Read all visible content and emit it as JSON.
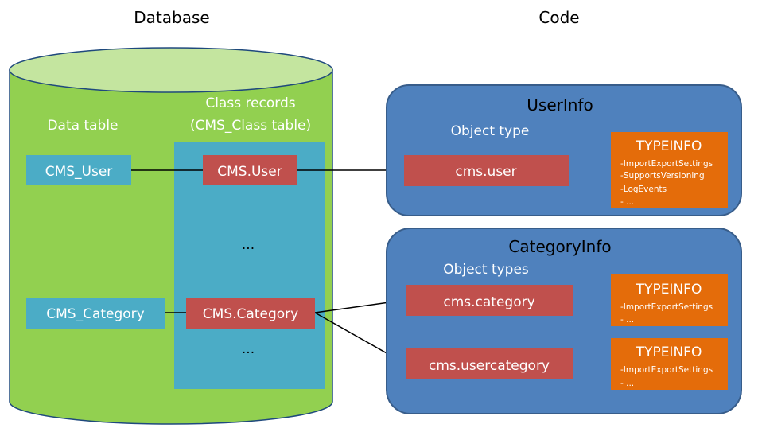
{
  "headings": {
    "database": "Database",
    "code": "Code"
  },
  "database": {
    "data_table_label": "Data table",
    "class_records_label_1": "Class records",
    "class_records_label_2": "(CMS_Class table)",
    "tables": [
      "CMS_User",
      "CMS_Category"
    ],
    "classes": [
      "CMS.User",
      "CMS.Category"
    ],
    "ellipsis": "..."
  },
  "code": {
    "userinfo": {
      "title": "UserInfo",
      "subtitle": "Object type",
      "object_type": "cms.user",
      "typeinfo": {
        "title": "TYPEINFO",
        "items": [
          "-ImportExportSettings",
          "-SupportsVersioning",
          "-LogEvents",
          "- ..."
        ]
      }
    },
    "categoryinfo": {
      "title": "CategoryInfo",
      "subtitle": "Object types",
      "object_types": [
        "cms.category",
        "cms.usercategory"
      ],
      "typeinfo_1": {
        "title": "TYPEINFO",
        "items": [
          "-ImportExportSettings",
          "- ..."
        ]
      },
      "typeinfo_2": {
        "title": "TYPEINFO",
        "items": [
          "-ImportExportSettings",
          "- ..."
        ]
      }
    }
  },
  "colors": {
    "cylinder_body": "#92d050",
    "cylinder_top": "#c4e59f",
    "cylinder_stroke": "#1f497d",
    "class_panel": "#4bacc6",
    "table_box": "#4bacc6",
    "red_box": "#c0504d",
    "code_panel": "#4f81bd",
    "code_panel_stroke": "#385d8a",
    "typeinfo": "#e46c0a"
  }
}
